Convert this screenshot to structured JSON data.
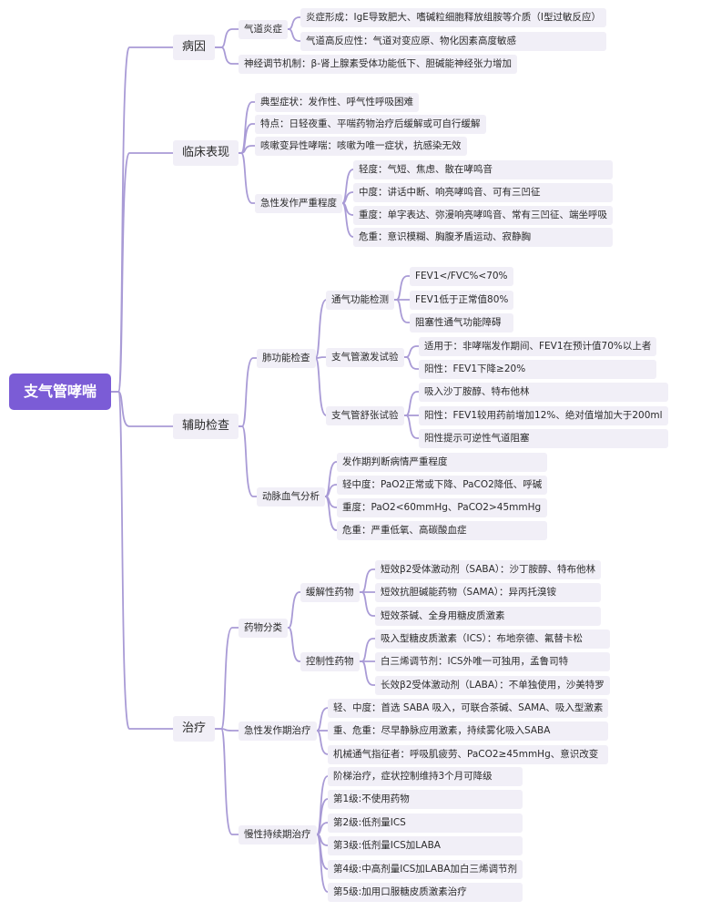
{
  "accent_color": "#7b5cd6",
  "node_bg_color": "#f1eff7",
  "link_color": "#a99bd6",
  "root": {
    "label": "支气管哮喘",
    "children": [
      {
        "label": "病因",
        "children": [
          {
            "label": "气道炎症",
            "children": [
              {
                "label": "炎症形成：IgE导致肥大、嗜碱粒细胞释放组胺等介质（I型过敏反应）"
              },
              {
                "label": "气道高反应性：气道对变应原、物化因素高度敏感"
              }
            ]
          },
          {
            "label": "神经调节机制：β-肾上腺素受体功能低下、胆碱能神经张力增加"
          }
        ]
      },
      {
        "label": "临床表现",
        "children": [
          {
            "label": "典型症状：发作性、呼气性呼吸困难"
          },
          {
            "label": "特点：日轻夜重、平喘药物治疗后缓解或可自行缓解"
          },
          {
            "label": "咳嗽变异性哮喘：咳嗽为唯一症状，抗感染无效"
          },
          {
            "label": "急性发作严重程度",
            "children": [
              {
                "label": "轻度：气短、焦虑、散在哮鸣音"
              },
              {
                "label": "中度：讲话中断、响亮哮鸣音、可有三凹征"
              },
              {
                "label": "重度：单字表达、弥漫响亮哮鸣音、常有三凹征、端坐呼吸"
              },
              {
                "label": "危重：意识模糊、胸腹矛盾运动、寂静胸"
              }
            ]
          }
        ]
      },
      {
        "label": "辅助检查",
        "children": [
          {
            "label": "肺功能检查",
            "children": [
              {
                "label": "通气功能检测",
                "children": [
                  {
                    "label": "FEV1</FVC%<70%"
                  },
                  {
                    "label": "FEV1低于正常值80%"
                  },
                  {
                    "label": "阻塞性通气功能障碍"
                  }
                ]
              },
              {
                "label": "支气管激发试验",
                "children": [
                  {
                    "label": "适用于：非哮喘发作期间、FEV1在预计值70%以上者"
                  },
                  {
                    "label": "阳性：FEV1下降≥20%"
                  }
                ]
              },
              {
                "label": "支气管舒张试验",
                "children": [
                  {
                    "label": "吸入沙丁胺醇、特布他林"
                  },
                  {
                    "label": "阳性：FEV1较用药前增加12%、绝对值增加大于200ml"
                  },
                  {
                    "label": "阳性提示可逆性气道阻塞"
                  }
                ]
              }
            ]
          },
          {
            "label": "动脉血气分析",
            "children": [
              {
                "label": "发作期判断病情严重程度"
              },
              {
                "label": "轻中度：PaO2正常或下降、PaCO2降低、呼碱"
              },
              {
                "label": "重度：PaO2<60mmHg、PaCO2>45mmHg"
              },
              {
                "label": "危重：严重低氧、高碳酸血症"
              }
            ]
          }
        ]
      },
      {
        "label": "治疗",
        "children": [
          {
            "label": "药物分类",
            "children": [
              {
                "label": "缓解性药物",
                "children": [
                  {
                    "label": "短效β2受体激动剂（SABA）：沙丁胺醇、特布他林"
                  },
                  {
                    "label": "短效抗胆碱能药物（SAMA）：异丙托溴铵"
                  },
                  {
                    "label": "短效茶碱、全身用糖皮质激素"
                  }
                ]
              },
              {
                "label": "控制性药物",
                "children": [
                  {
                    "label": "吸入型糖皮质激素（ICS）：布地奈德、氟替卡松"
                  },
                  {
                    "label": "白三烯调节剂：ICS外唯一可独用，孟鲁司特"
                  },
                  {
                    "label": "长效β2受体激动剂（LABA）：不单独使用，沙美特罗"
                  }
                ]
              }
            ]
          },
          {
            "label": "急性发作期治疗",
            "children": [
              {
                "label": "轻、中度：首选 SABA 吸入，可联合茶碱、SAMA、吸入型激素"
              },
              {
                "label": "重、危重：尽早静脉应用激素，持续雾化吸入SABA"
              },
              {
                "label": "机械通气指征者：呼吸肌疲劳、PaCO2≥45mmHg、意识改变"
              }
            ]
          },
          {
            "label": "慢性持续期治疗",
            "children": [
              {
                "label": "阶梯治疗，症状控制维持3个月可降级"
              },
              {
                "label": "第1级:不使用药物"
              },
              {
                "label": "第2级:低剂量ICS"
              },
              {
                "label": "第3级:低剂量ICS加LABA"
              },
              {
                "label": "第4级:中高剂量ICS加LABA加白三烯调节剂"
              },
              {
                "label": "第5级:加用口服糖皮质激素治疗"
              }
            ]
          }
        ]
      }
    ]
  }
}
